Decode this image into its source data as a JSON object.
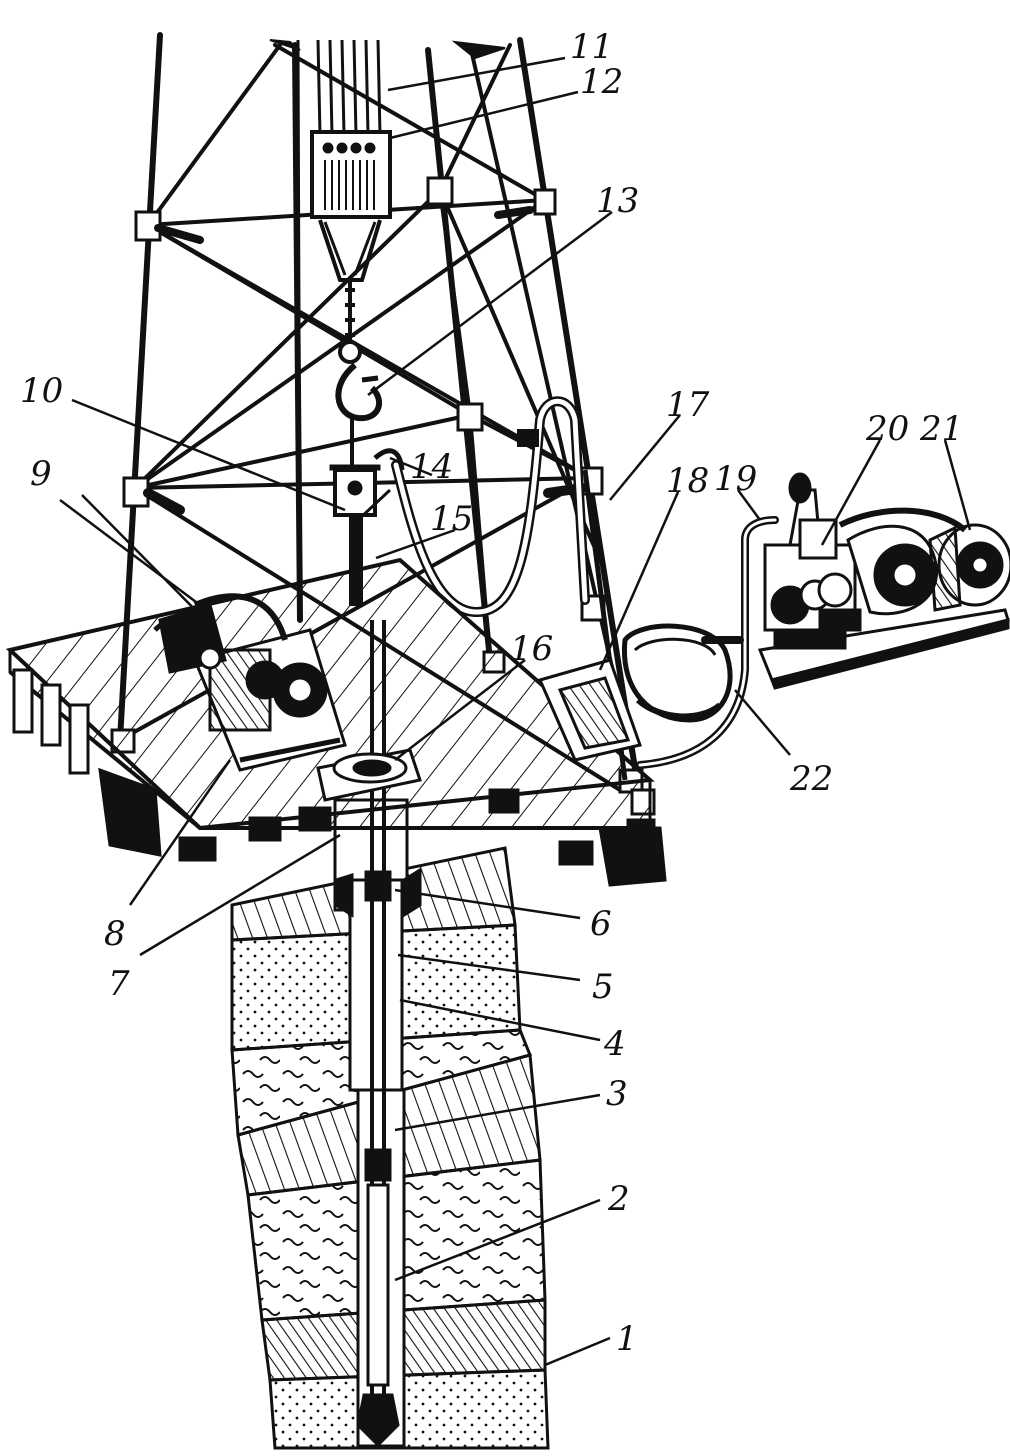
{
  "figure": {
    "ink_color": "#111111",
    "background_color": "#ffffff",
    "callout_labels": [
      {
        "id": "c1",
        "text": "1"
      },
      {
        "id": "c2",
        "text": "2"
      },
      {
        "id": "c3",
        "text": "3"
      },
      {
        "id": "c4",
        "text": "4"
      },
      {
        "id": "c5",
        "text": "5"
      },
      {
        "id": "c6",
        "text": "6"
      },
      {
        "id": "c7",
        "text": "7"
      },
      {
        "id": "c8",
        "text": "8"
      },
      {
        "id": "c9",
        "text": "9"
      },
      {
        "id": "c10",
        "text": "10"
      },
      {
        "id": "c11",
        "text": "11"
      },
      {
        "id": "c12",
        "text": "12"
      },
      {
        "id": "c13",
        "text": "13"
      },
      {
        "id": "c14",
        "text": "14"
      },
      {
        "id": "c15",
        "text": "15"
      },
      {
        "id": "c16",
        "text": "16"
      },
      {
        "id": "c17",
        "text": "17"
      },
      {
        "id": "c18",
        "text": "18"
      },
      {
        "id": "c19",
        "text": "19"
      },
      {
        "id": "c20",
        "text": "20"
      },
      {
        "id": "c21",
        "text": "21"
      },
      {
        "id": "c22",
        "text": "22"
      }
    ]
  }
}
